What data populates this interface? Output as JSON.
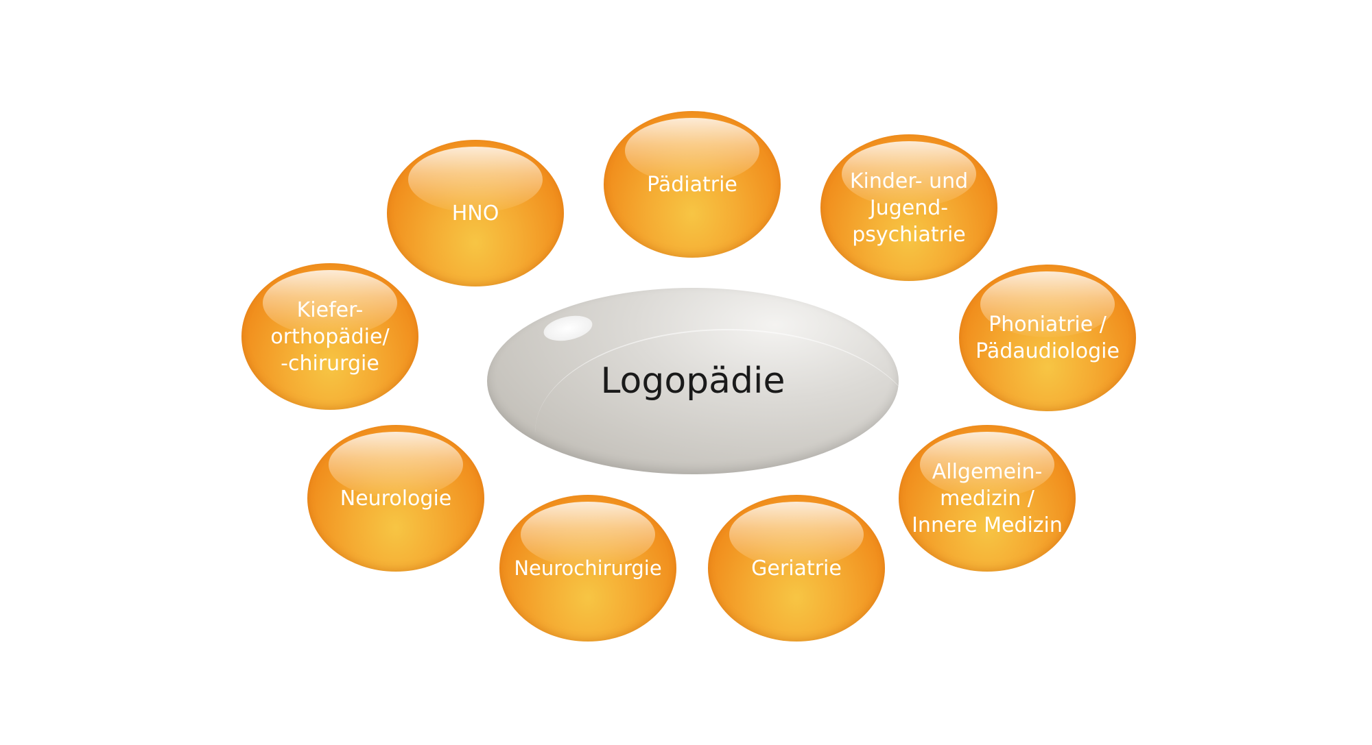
{
  "center": {
    "label": "Logopädie"
  },
  "bubbles": [
    {
      "label": "Pädiatrie"
    },
    {
      "label": "Kinder- und\nJugend-\npsychiatrie"
    },
    {
      "label": "Phoniatrie /\nPädaudiologie"
    },
    {
      "label": "Allgemein-\nmedizin /\nInnere Medizin"
    },
    {
      "label": "Geriatrie"
    },
    {
      "label": "Neurochirurgie"
    },
    {
      "label": "Neurologie"
    },
    {
      "label": "Kiefer-\northopädie/\n-chirurgie"
    },
    {
      "label": "HNO"
    }
  ],
  "colors": {
    "bubble_orange": "#f1901e",
    "bubble_yellow": "#f7c544",
    "center_grey": "#c9c6c0",
    "center_text": "#1a1a1a",
    "bubble_text": "#ffffff"
  }
}
